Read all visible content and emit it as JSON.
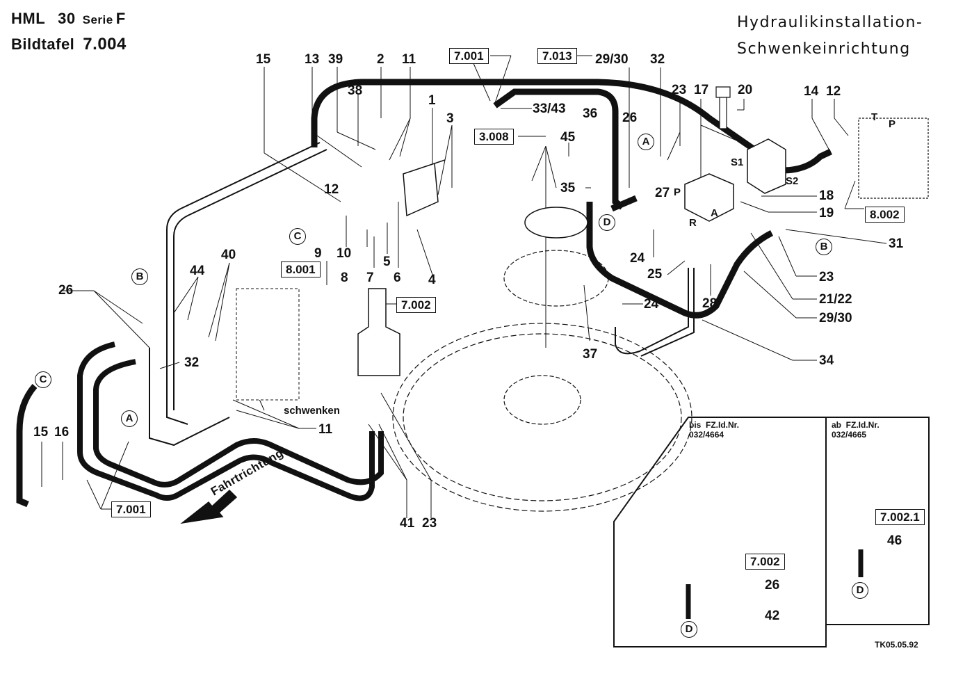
{
  "header": {
    "model": "HML",
    "model_number": "30",
    "serie_label": "Serie",
    "serie_value": "F",
    "plate_label": "Bildtafel",
    "plate_number": "7.004"
  },
  "title": {
    "line1": "Hydraulikinstallation-",
    "line2": "Schwenkeinrichtung"
  },
  "direction_label": "Fahrtrichtung",
  "control_valve_note": "schwenken",
  "stamp": "TK05.05.92",
  "reference_boxes": [
    {
      "id": "ref-7001-top",
      "text": "7.001"
    },
    {
      "id": "ref-7013",
      "text": "7.013"
    },
    {
      "id": "ref-3008",
      "text": "3.008"
    },
    {
      "id": "ref-8001",
      "text": "8.001"
    },
    {
      "id": "ref-7002-joystick",
      "text": "7.002"
    },
    {
      "id": "ref-8002",
      "text": "8.002"
    },
    {
      "id": "ref-7001-bottom",
      "text": "7.001"
    },
    {
      "id": "ref-7002-inset",
      "text": "7.002"
    },
    {
      "id": "ref-70021-inset",
      "text": "7.002.1"
    }
  ],
  "connection_markers": [
    {
      "id": "C-upper",
      "letter": "C"
    },
    {
      "id": "C-lower",
      "letter": "C"
    },
    {
      "id": "B-left",
      "letter": "B"
    },
    {
      "id": "B-right",
      "letter": "B"
    },
    {
      "id": "A-left",
      "letter": "A"
    },
    {
      "id": "A-right",
      "letter": "A"
    },
    {
      "id": "D-main",
      "letter": "D"
    },
    {
      "id": "D-inset1",
      "letter": "D"
    },
    {
      "id": "D-inset2",
      "letter": "D"
    }
  ],
  "port_labels": {
    "s1": "S1",
    "s2": "S2",
    "p_block": "P",
    "a_block": "A",
    "r_block": "R",
    "t_valve": "T",
    "p_valve": "P"
  },
  "part_numbers": [
    "15",
    "13",
    "39",
    "2",
    "11",
    "38",
    "1",
    "3",
    "12",
    "9",
    "10",
    "8",
    "7",
    "5",
    "6",
    "4",
    "33/43",
    "29/30",
    "32",
    "36",
    "45",
    "35",
    "26",
    "23",
    "17",
    "20",
    "14",
    "12",
    "27",
    "18",
    "19",
    "31",
    "24",
    "25",
    "28",
    "21/22",
    "23",
    "29/30",
    "24",
    "37",
    "34",
    "40",
    "44",
    "26",
    "32",
    "11",
    "15",
    "16",
    "41",
    "23"
  ],
  "inset_left": {
    "heading_line1": "bis  FZ.Id.Nr.",
    "heading_line2": "032/4664",
    "parts": [
      "26",
      "42"
    ]
  },
  "inset_right": {
    "heading_line1": "ab  FZ.Id.Nr.",
    "heading_line2": "032/4665",
    "parts": [
      "46"
    ]
  }
}
